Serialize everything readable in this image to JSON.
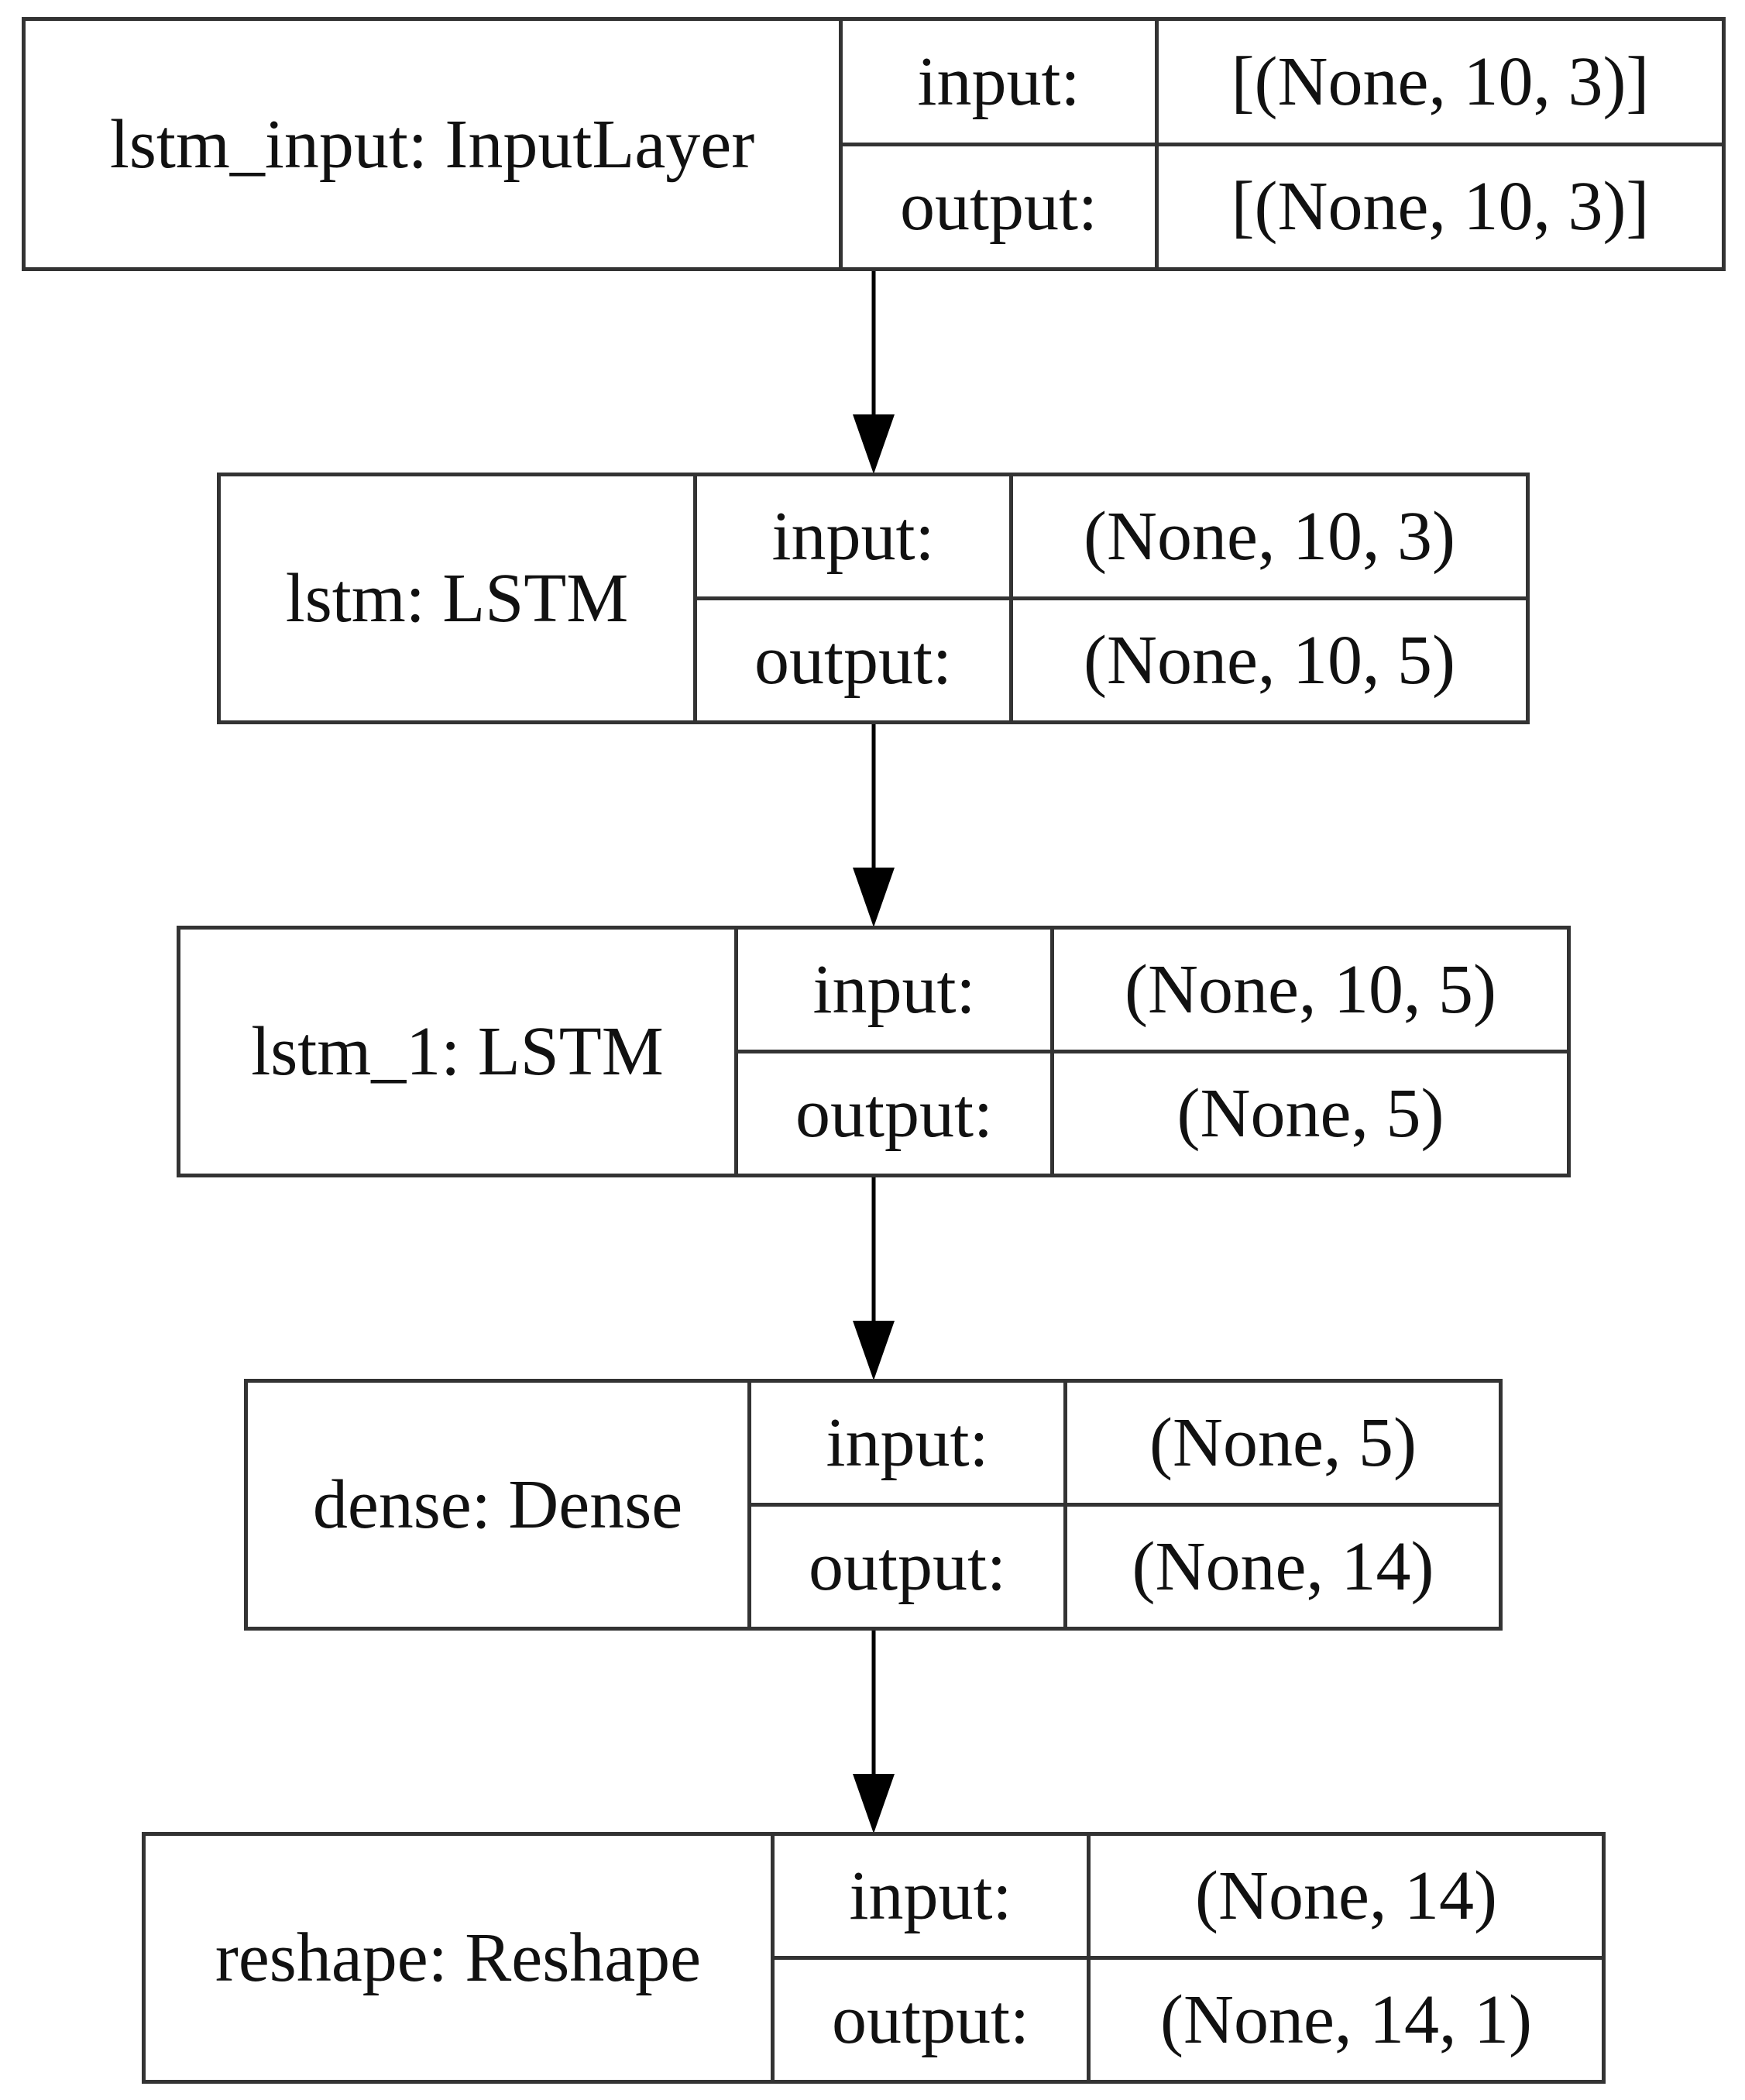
{
  "layers": [
    {
      "name": "lstm_input: InputLayer",
      "input_label": "input:",
      "input_shape": "[(None, 10, 3)]",
      "output_label": "output:",
      "output_shape": "[(None, 10, 3)]"
    },
    {
      "name": "lstm: LSTM",
      "input_label": "input:",
      "input_shape": "(None, 10, 3)",
      "output_label": "output:",
      "output_shape": "(None, 10, 5)"
    },
    {
      "name": "lstm_1: LSTM",
      "input_label": "input:",
      "input_shape": "(None, 10, 5)",
      "output_label": "output:",
      "output_shape": "(None, 5)"
    },
    {
      "name": "dense: Dense",
      "input_label": "input:",
      "input_shape": "(None, 5)",
      "output_label": "output:",
      "output_shape": "(None, 14)"
    },
    {
      "name": "reshape: Reshape",
      "input_label": "input:",
      "input_shape": "(None, 14)",
      "output_label": "output:",
      "output_shape": "(None, 14, 1)"
    }
  ],
  "colors": {
    "border": "#333333",
    "text": "#111111",
    "arrow": "#000000",
    "background": "#ffffff"
  }
}
